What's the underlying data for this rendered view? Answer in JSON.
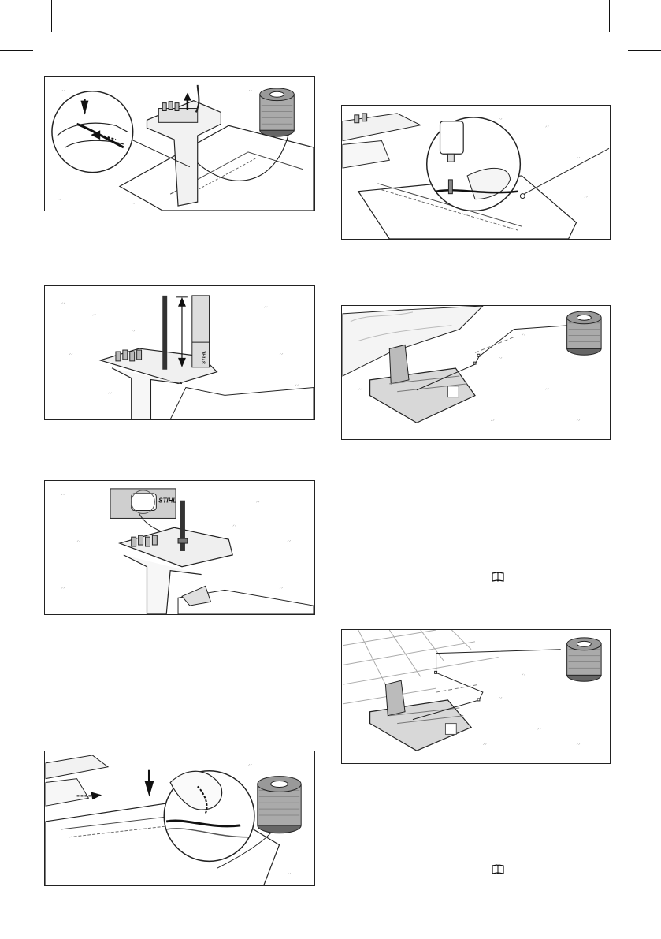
{
  "page": {
    "brand": "STIHL",
    "label_tag": "STIHL",
    "manual_icon": "open-book-icon"
  },
  "figures": [
    {
      "id": "fig-insert-wire-dock",
      "icons": [
        "arrow-down-icon",
        "arrow-left-icon",
        "arrow-up-icon",
        "wire-spool-icon"
      ]
    },
    {
      "id": "fig-wire-length-marker",
      "icons": [
        "double-arrow-vertical-icon"
      ]
    },
    {
      "id": "fig-wire-label",
      "icons": [
        "stihl-label-icon"
      ]
    },
    {
      "id": "fig-press-wire-channel",
      "icons": [
        "finger-icon",
        "arrow-down-icon",
        "wire-spool-icon"
      ]
    },
    {
      "id": "fig-hammer-peg",
      "icons": [
        "hammer-icon",
        "peg-icon"
      ]
    },
    {
      "id": "fig-lay-wire-wall",
      "icons": [
        "wire-spool-icon"
      ]
    },
    {
      "id": "fig-lay-wire-paving",
      "icons": [
        "wire-spool-icon"
      ]
    }
  ],
  "colors": {
    "line": "#222222",
    "grass": "#9a9a9a",
    "station": "#dcdcdc",
    "spool": "#777777"
  }
}
